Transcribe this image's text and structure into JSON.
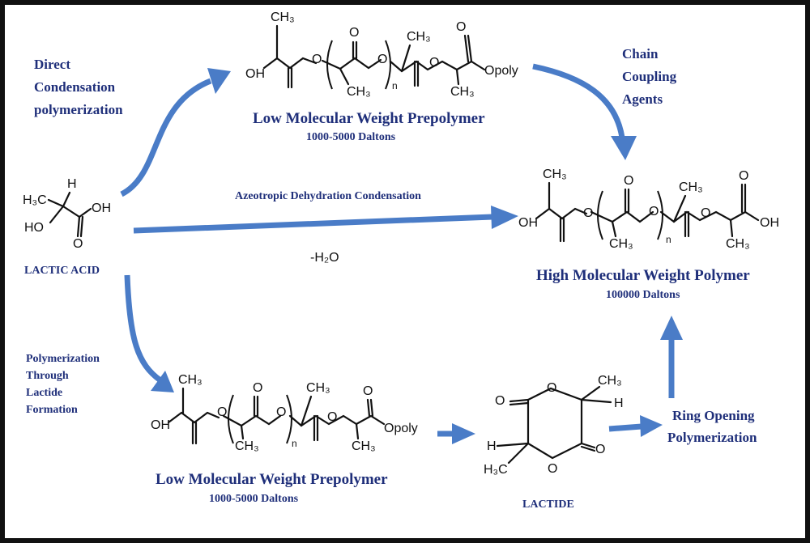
{
  "labels": {
    "direct_line1": "Direct",
    "direct_line2": "Condensation",
    "direct_line3": "polymerization",
    "chain_line1": "Chain",
    "chain_line2": "Coupling",
    "chain_line3": "Agents",
    "azeotropic": "Azeotropic Dehydration Condensation",
    "water": "-H₂O",
    "lactic_acid": "LACTIC ACID",
    "lmw_top_title": "Low Molecular Weight Prepolymer",
    "lmw_top_range": "1000-5000 Daltons",
    "hmw_title": "High Molecular Weight Polymer",
    "hmw_range": "100000 Daltons",
    "lactide_route_line1": "Polymerization",
    "lactide_route_line2": "Through",
    "lactide_route_line3": "Lactide",
    "lactide_route_line4": "Formation",
    "lmw_bottom_title": "Low Molecular Weight Prepolymer",
    "lmw_bottom_range": "1000-5000 Daltons",
    "lactide": "LACTIDE",
    "rop_line1": "Ring Opening",
    "rop_line2": "Polymerization"
  },
  "chem": {
    "ch3": "CH₃",
    "oh": "OH",
    "ho": "HO",
    "o": "O",
    "n": "n",
    "opoly": "Opoly",
    "h3c": "H₃C",
    "h": "H",
    "oh_end": "OH"
  },
  "colors": {
    "arrow": "#4a7cc7",
    "label": "#1f2f7a",
    "chem": "#111111"
  }
}
